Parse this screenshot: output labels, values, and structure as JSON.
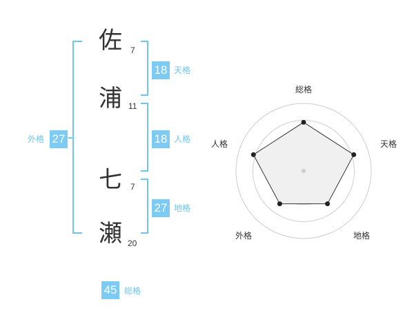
{
  "colors": {
    "accent": "#6ec6f0",
    "badge": "#7ccbf5",
    "text": "#333333",
    "ring": "#cccccc",
    "fill": "#f0f0f0"
  },
  "name": [
    {
      "char": "佐",
      "strokes": "7"
    },
    {
      "char": "浦",
      "strokes": "11"
    },
    {
      "char": "七",
      "strokes": "7"
    },
    {
      "char": "瀬",
      "strokes": "20"
    }
  ],
  "fortunes": {
    "ten": {
      "value": "18",
      "label": "天格"
    },
    "jin": {
      "value": "18",
      "label": "人格"
    },
    "chi": {
      "value": "27",
      "label": "地格"
    },
    "gai": {
      "value": "27",
      "label": "外格"
    },
    "sou": {
      "value": "45",
      "label": "総格"
    }
  },
  "chart_data": {
    "type": "radar",
    "axes": [
      "総格",
      "天格",
      "地格",
      "外格",
      "人格"
    ],
    "values": [
      0.72,
      0.78,
      0.6,
      0.6,
      0.78
    ],
    "range": [
      0,
      1
    ],
    "rings": 4,
    "grid": true
  }
}
